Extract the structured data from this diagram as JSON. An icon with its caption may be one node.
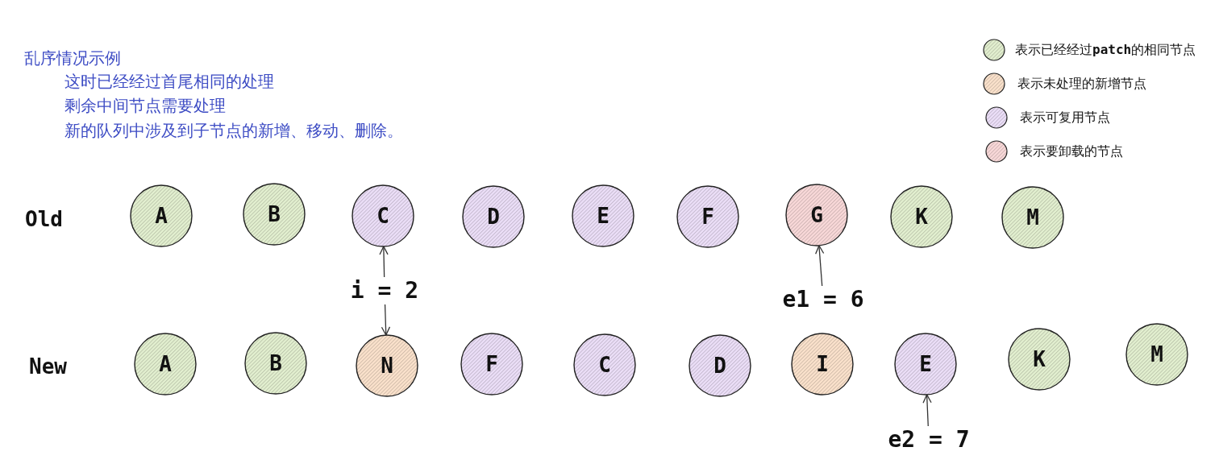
{
  "diagram": {
    "title": "乱序情况示例",
    "nodes": [
      {
        "text": [
          "A"
        ]
      },
      {
        "text": [
          "B"
        ]
      },
      {
        "text": [
          "C"
        ]
      },
      {
        "text": [
          "D"
        ]
      },
      {
        "text": [
          "E"
        ]
      },
      {
        "text": [
          "F"
        ]
      },
      {
        "text": [
          "G"
        ]
      },
      {
        "text": [
          "K"
        ]
      },
      {
        "text": [
          "M"
        ]
      },
      {
        "text": [
          "A"
        ]
      },
      {
        "text": [
          "B"
        ]
      },
      {
        "text": [
          "N"
        ]
      },
      {
        "text": [
          "F"
        ]
      },
      {
        "text": [
          "C"
        ]
      },
      {
        "text": [
          "D"
        ]
      },
      {
        "text": [
          "I"
        ]
      },
      {
        "text": [
          "E"
        ]
      },
      {
        "text": [
          "K"
        ]
      },
      {
        "text": [
          "M"
        ]
      },
      {
        "text": [
          "i = 2"
        ]
      },
      {
        "text": [
          "e1 = 6"
        ]
      },
      {
        "text": [
          "e2 = 7"
        ]
      }
    ],
    "edges": [
      {
        "from": 19,
        "to": 2,
        "arrow": "to"
      },
      {
        "from": 19,
        "to": 11,
        "arrow": "to"
      },
      {
        "from": 20,
        "to": 6,
        "arrow": "to"
      },
      {
        "from": 21,
        "to": 16,
        "arrow": "to"
      }
    ],
    "labels": [
      "这时已经经过首尾相同的处理",
      "剩余中间节点需要处理",
      "新的队列中涉及到子节点的新增、移动、删除。",
      "Old",
      "New"
    ],
    "legend": [
      {
        "text": "表示已经经过**patch**的相同节点",
        "color": "#e3f0d0"
      },
      {
        "text": "表示未处理的新增节点",
        "color": "#fbe2cc"
      },
      {
        "text": "表示可复用节点",
        "color": "#ecdff8"
      },
      {
        "text": "表示要卸载的节点",
        "color": "#f9d9d9"
      }
    ]
  }
}
